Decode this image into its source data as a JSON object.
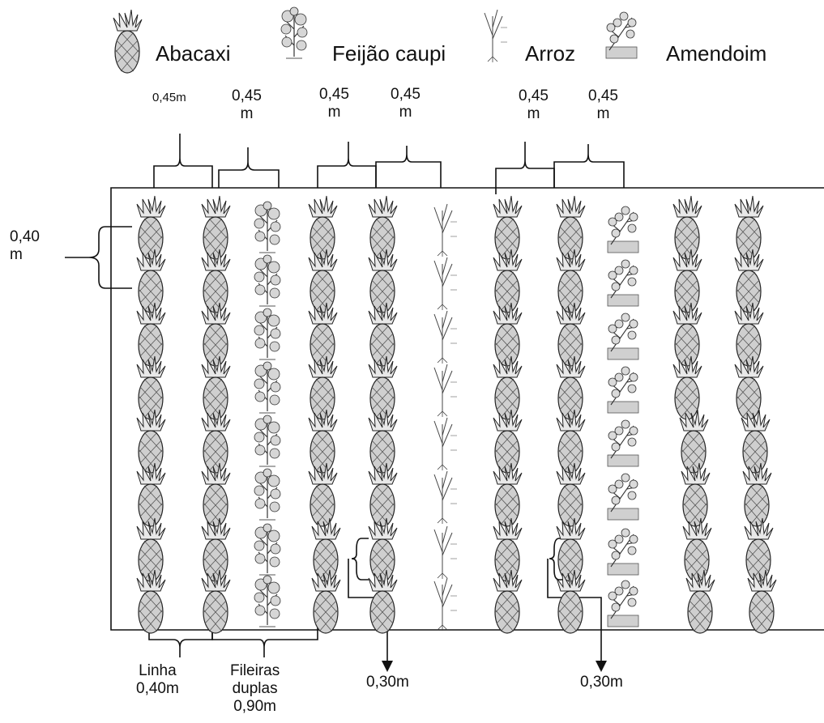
{
  "legend": {
    "abacaxi": "Abacaxi",
    "feijao": "Feijão caupi",
    "arroz": "Arroz",
    "amendoim": "Amendoim"
  },
  "top_spacings": [
    "0,45m",
    "0,45\nm",
    "0,45\nm",
    "0,45\nm",
    "0,45\nm",
    "0,45\nm"
  ],
  "left_spacing": "0,40\nm",
  "bottom_labels": {
    "linha": "Linha\n0,40m",
    "fileiras": "Fileiras\nduplas\n0,90m",
    "gap1": "0,30m",
    "gap2": "0,30m"
  },
  "plant_icons": [
    "pineapple-icon",
    "cowpea-icon",
    "rice-icon",
    "peanut-icon"
  ],
  "colors": {
    "ink": "#111111",
    "plant_fill": "#cfcfcf"
  }
}
